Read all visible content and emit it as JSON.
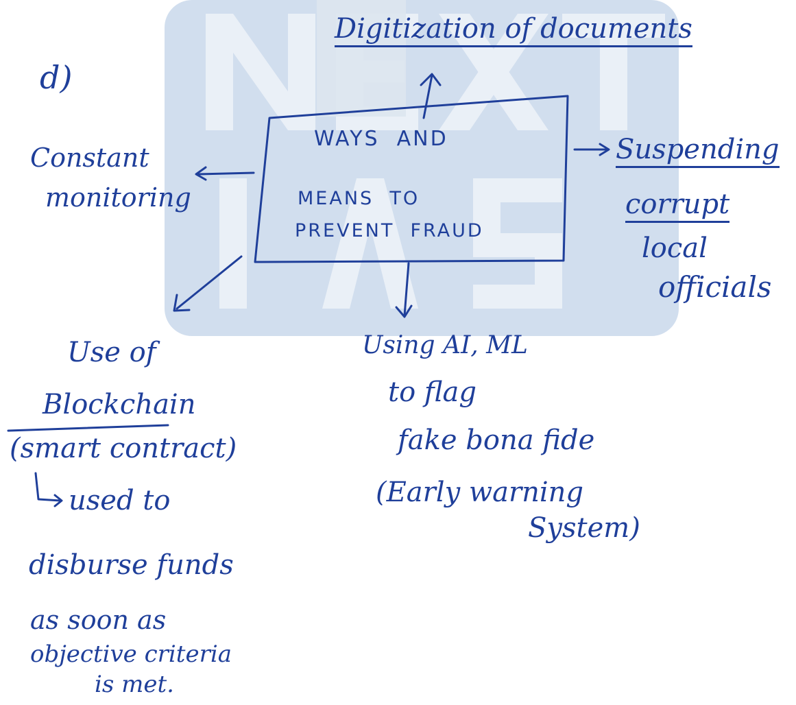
{
  "label": "d)",
  "center": {
    "line1": "WAYS  AND",
    "line2": "MEANS  TO",
    "line3": "PREVENT  FRAUD"
  },
  "top": "Digitization of documents",
  "left": {
    "line1": "Constant",
    "line2": "monitoring"
  },
  "right": {
    "line1": "Suspending",
    "line2": "corrupt",
    "line3": "local",
    "line4": "officials"
  },
  "bottom_left": {
    "line1": "Use of",
    "line2": "Blockchain",
    "line3": "(smart contract)",
    "line4": "used to",
    "line5": "disburse funds",
    "line6": "as soon as",
    "line7": "objective criteria",
    "line8": "is met."
  },
  "bottom_center": {
    "line1": "Using AI, ML",
    "line2": "to flag",
    "line3": "fake bona fide",
    "line4": "(Early warning",
    "line5": "System)"
  },
  "watermark": "NEXT IAS",
  "colors": {
    "ink": "#1f3f9a",
    "watermark": "#cfdced"
  }
}
